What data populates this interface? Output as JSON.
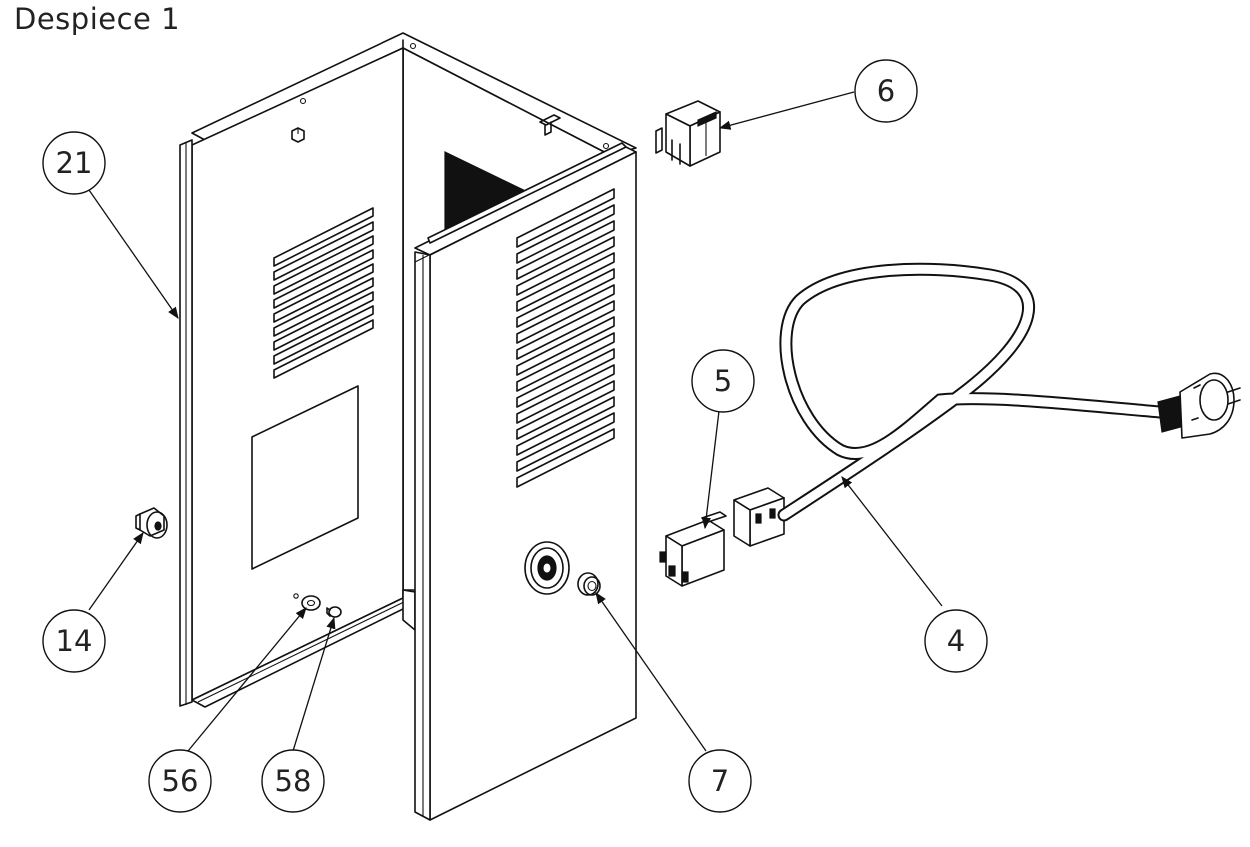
{
  "title": "Despiece 1",
  "balloons": [
    {
      "id": "21",
      "label": "21"
    },
    {
      "id": "6",
      "label": "6"
    },
    {
      "id": "5",
      "label": "5"
    },
    {
      "id": "14",
      "label": "14"
    },
    {
      "id": "4",
      "label": "4"
    },
    {
      "id": "56",
      "label": "56"
    },
    {
      "id": "58",
      "label": "58"
    },
    {
      "id": "7",
      "label": "7"
    }
  ],
  "icons": {
    "enclosure": "electrical-enclosure",
    "door": "enclosure-door-panel",
    "switch": "rocker-switch",
    "socket": "iec-inlet-socket",
    "cable": "power-cable-with-plug",
    "bushing": "cable-gland",
    "washer": "washer",
    "screw": "screw",
    "connector": "panel-connector"
  }
}
